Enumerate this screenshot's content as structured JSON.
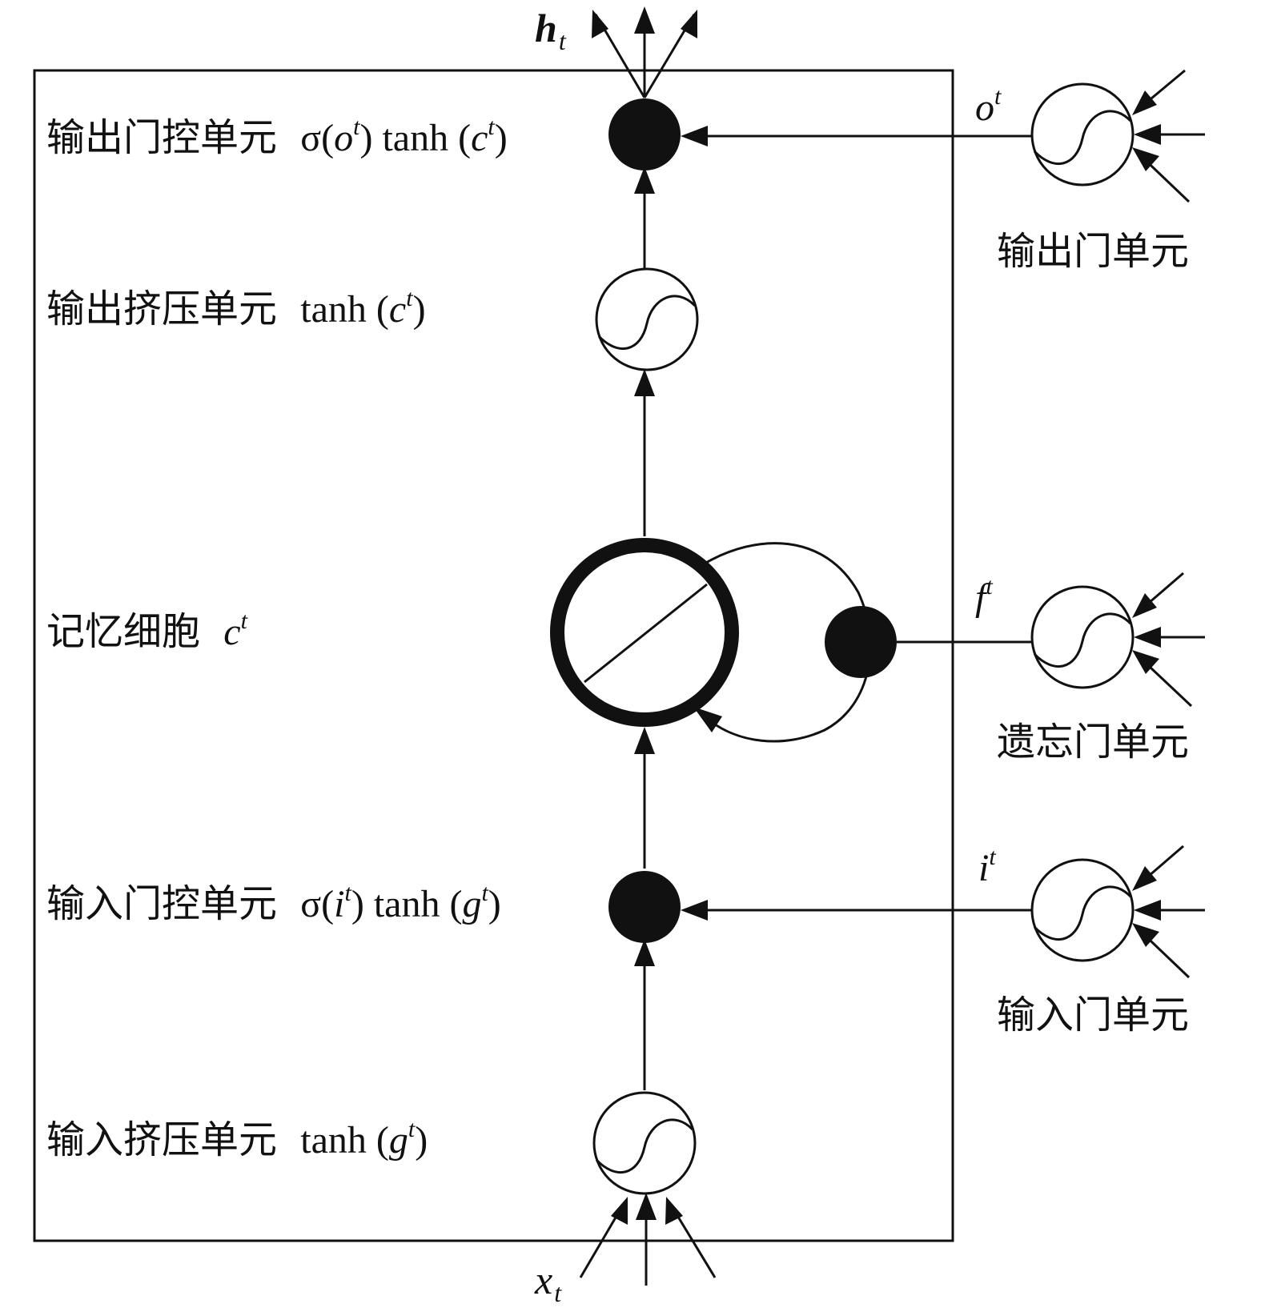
{
  "left_labels": {
    "output_gating": {
      "text": "输出门控单元",
      "formula_prefix": "σ(",
      "formula_var": "o",
      "formula_sup": "t",
      "formula_mid": ") tanh (",
      "formula_var2": "c",
      "formula_sup2": "t",
      "formula_end": ")"
    },
    "output_squash": {
      "text": "输出挤压单元",
      "formula_prefix": "tanh (",
      "formula_var": "c",
      "formula_sup": "t",
      "formula_end": ")"
    },
    "memory_cell": {
      "text": "记忆细胞",
      "formula_var": "c",
      "formula_sup": "t"
    },
    "input_gating": {
      "text": "输入门控单元",
      "formula_prefix": "σ(",
      "formula_var": "i",
      "formula_sup": "t",
      "formula_mid": ") tanh (",
      "formula_var2": "g",
      "formula_sup2": "t",
      "formula_end": ")"
    },
    "input_squash": {
      "text": "输入挤压单元",
      "formula_prefix": "tanh (",
      "formula_var": "g",
      "formula_sup": "t",
      "formula_end": ")"
    }
  },
  "gates": {
    "output": {
      "label": "输出门单元",
      "signal_var": "o",
      "signal_sup": "t"
    },
    "forget": {
      "label": "遗忘门单元",
      "signal_var": "f",
      "signal_sup": "t"
    },
    "input": {
      "label": "输入门单元",
      "signal_var": "i",
      "signal_sup": "t"
    }
  },
  "io": {
    "output": {
      "var": "h",
      "sub": "t"
    },
    "input": {
      "var": "x",
      "sub": "t"
    }
  },
  "colors": {
    "stroke": "#111111",
    "fill_dark": "#111111",
    "background": "#ffffff"
  }
}
